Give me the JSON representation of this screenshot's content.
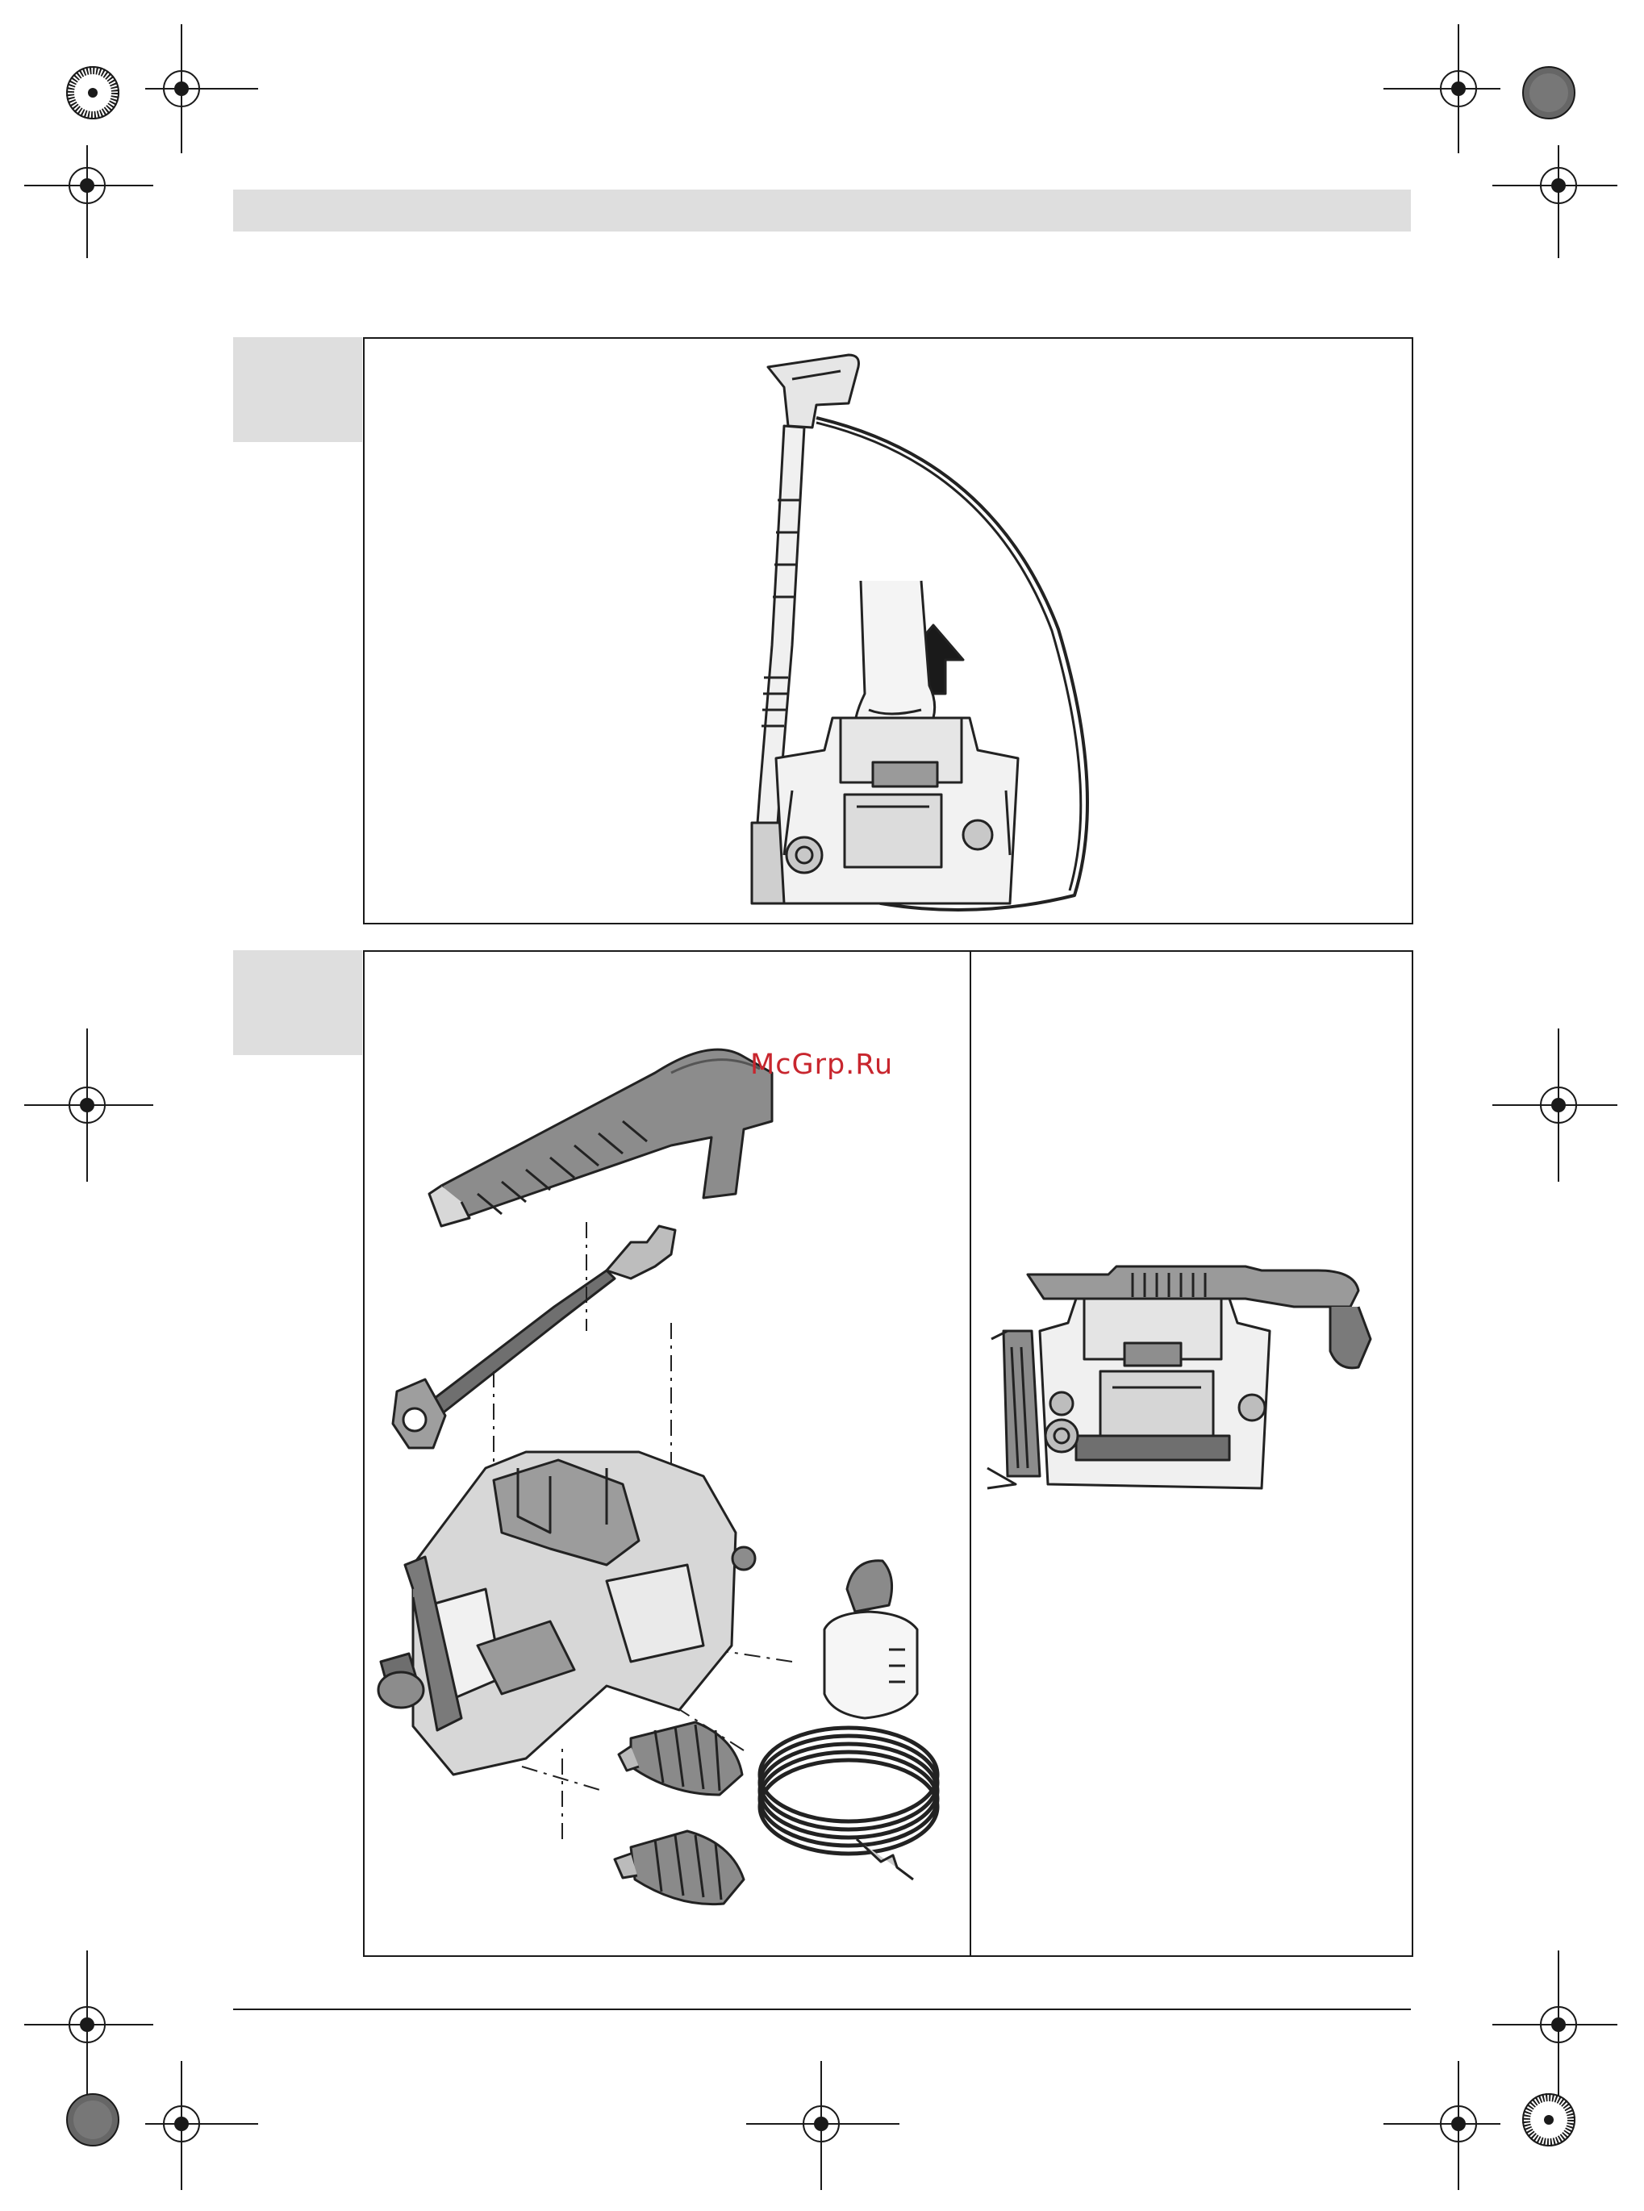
{
  "watermark": {
    "text": "McGrp.Ru",
    "color": "#c8262e"
  },
  "colors": {
    "tab_gray": "#dedede",
    "line": "#1a1a1a"
  },
  "figures": [
    {
      "id": "figure-1",
      "description_icon": "lift-pressure-washer-by-handle-illustration"
    },
    {
      "id": "figure-2",
      "description_icon": "pressure-washer-exploded-parts-illustration"
    },
    {
      "id": "figure-2-stored",
      "description_icon": "pressure-washer-storage-configuration-illustration"
    }
  ]
}
